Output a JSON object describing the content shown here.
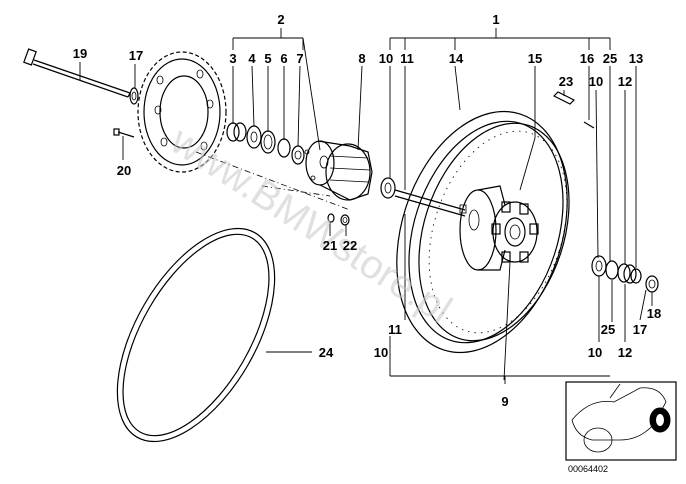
{
  "watermark": "www.BMWstore.pl",
  "diagram_code": "00064402",
  "labels": [
    "1",
    "2",
    "3",
    "4",
    "5",
    "6",
    "7",
    "8",
    "9",
    "10",
    "11",
    "12",
    "13",
    "14",
    "15",
    "16",
    "17",
    "18",
    "19",
    "20",
    "21",
    "22",
    "23",
    "24",
    "25"
  ],
  "labels_lower": [
    "10",
    "11",
    "25",
    "10",
    "12",
    "17"
  ]
}
